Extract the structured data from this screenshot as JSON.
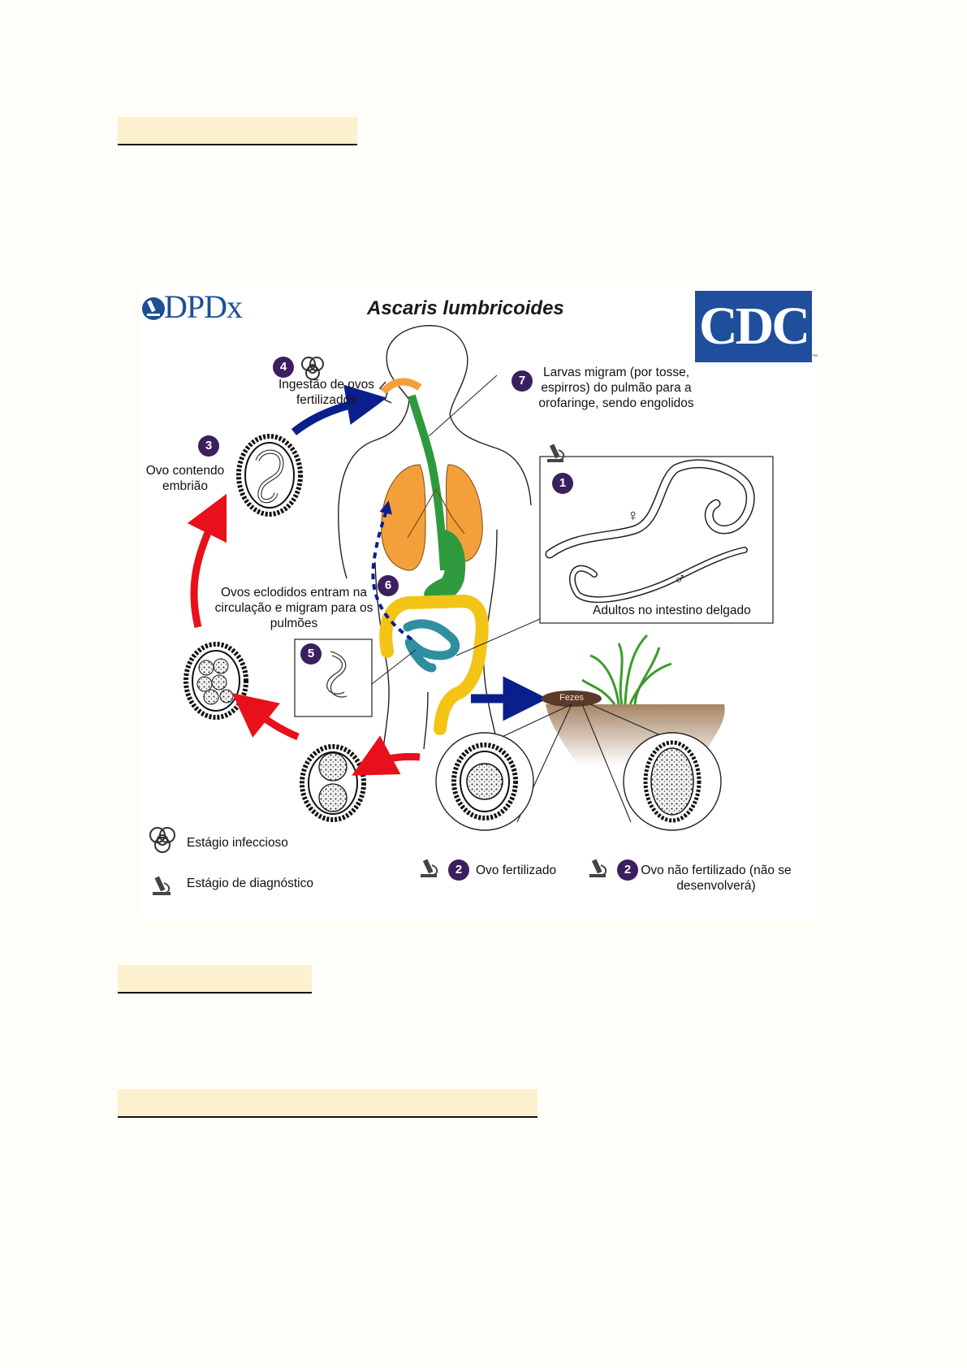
{
  "header": {
    "logo_text": "DPDx",
    "title": "Ascaris lumbricoides",
    "agency_logo_text": "CDC",
    "trademark": "™"
  },
  "stages": {
    "s1": {
      "number": "1",
      "label": "Adultos no intestino delgado",
      "female_symbol": "♀",
      "male_symbol": "♂"
    },
    "s2a": {
      "number": "2",
      "label": "Ovo fertilizado"
    },
    "s2b": {
      "number": "2",
      "label": "Ovo não fertilizado (não se desenvolverá)"
    },
    "s3": {
      "number": "3",
      "label": "Ovo contendo embrião"
    },
    "s4": {
      "number": "4",
      "label": "Ingestão de ovos fertilizados"
    },
    "s5": {
      "number": "5"
    },
    "s6": {
      "number": "6",
      "label": "Ovos eclodidos entram na circulação e migram para os pulmões"
    },
    "s7": {
      "number": "7",
      "label": "Larvas migram (por tosse, espirros) do pulmão para a orofaringe, sendo engolidos"
    }
  },
  "feces_label": "Fezes",
  "legend": {
    "infectious": "Estágio infeccioso",
    "diagnostic": "Estágio de diagnóstico"
  },
  "icons": [
    "biohazard-icon",
    "microscope-icon"
  ],
  "colors": {
    "red_arrow": "#e8101a",
    "blue_arrow": "#0b1f8c",
    "badge": "#3b1f5e",
    "esophagus": "#2f9a3d",
    "lungs": "#f4a03a",
    "large_intestine": "#f3c316",
    "small_intestine": "#2f8fa0",
    "cdc_blue": "#1f4e9c",
    "heading_fill": "#fdf0cf"
  }
}
